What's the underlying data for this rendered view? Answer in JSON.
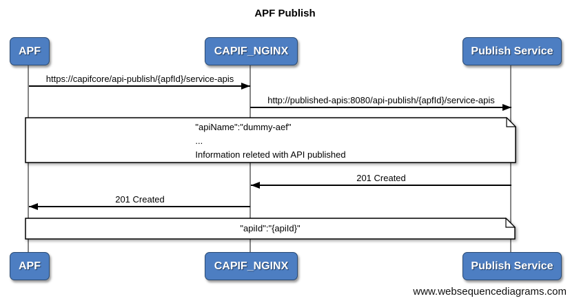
{
  "title": "APF Publish",
  "actors": [
    {
      "label": "APF"
    },
    {
      "label": "CAPIF_NGINX"
    },
    {
      "label": "Publish Service"
    }
  ],
  "messages": [
    {
      "from": "APF",
      "to": "CAPIF_NGINX",
      "direction": "right",
      "label": "https://capifcore/api-publish/{apfId}/service-apis"
    },
    {
      "from": "CAPIF_NGINX",
      "to": "Publish Service",
      "direction": "right",
      "label": "http://published-apis:8080/api-publish/{apfId}/service-apis"
    },
    {
      "from": "Publish Service",
      "to": "CAPIF_NGINX",
      "direction": "left",
      "label": "201 Created"
    },
    {
      "from": "CAPIF_NGINX",
      "to": "APF",
      "direction": "left",
      "label": "201 Created"
    }
  ],
  "notes": [
    {
      "lines": [
        "\"apiName\":\"dummy-aef\"",
        "...",
        "Information releted with API published"
      ]
    },
    {
      "lines": [
        "\"apiId\":\"{apiId}\""
      ]
    }
  ],
  "watermark": "www.websequencediagrams.com",
  "colors": {
    "actor_fill": "#4d7ec2",
    "actor_border": "#2a4a72",
    "lifeline_gray": "#848484",
    "note_fill": "#ffffff",
    "line_black": "#000000"
  }
}
